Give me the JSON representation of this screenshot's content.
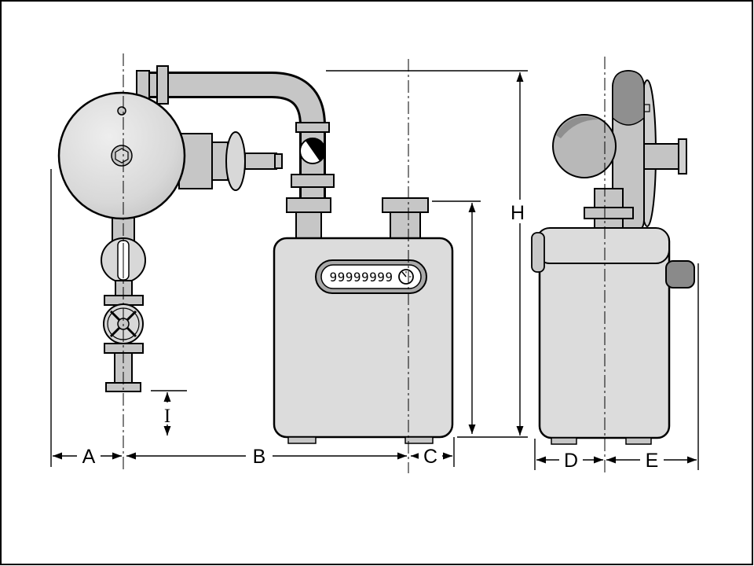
{
  "drawing": {
    "type": "technical-dimension-drawing",
    "subject": "diaphragm-gas-meter-with-regulator",
    "views": [
      "front-view",
      "side-view"
    ],
    "counter": {
      "value": "99999999",
      "dial_icon": "gauge-icon"
    },
    "labels": {
      "A": "A",
      "B": "B",
      "C": "C",
      "D": "D",
      "E": "E",
      "H": "H",
      "I": "I"
    },
    "colors": {
      "body_fill": "#dcdcdc",
      "pipe_fill": "#c6c6c6",
      "dark_fill": "#8f8f8f",
      "line": "#000000",
      "background": "#ffffff"
    }
  }
}
